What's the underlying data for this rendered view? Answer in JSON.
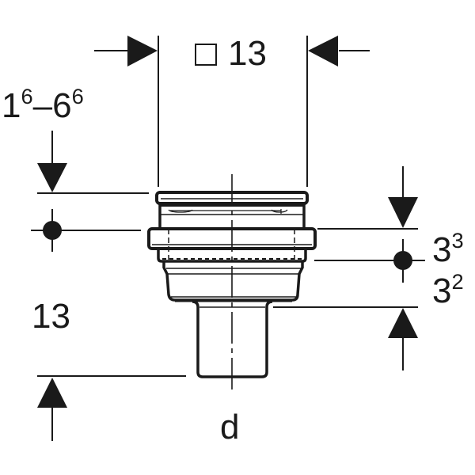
{
  "drawing": {
    "type": "technical-dimension-drawing",
    "subject": "drain body / pipe adapter side view",
    "line_color": "#1a1a1a",
    "background": "#ffffff"
  },
  "dimensions": {
    "top_width": {
      "symbol": "square",
      "value": "13"
    },
    "top_range": {
      "min_base": "1",
      "min_sup": "6",
      "sep": "–",
      "max_base": "6",
      "max_sup": "6"
    },
    "right_upper": {
      "base": "3",
      "sup": "3"
    },
    "right_lower": {
      "base": "3",
      "sup": "2"
    },
    "left_height": {
      "value": "13"
    },
    "bottom_diameter": {
      "value": "d"
    }
  }
}
